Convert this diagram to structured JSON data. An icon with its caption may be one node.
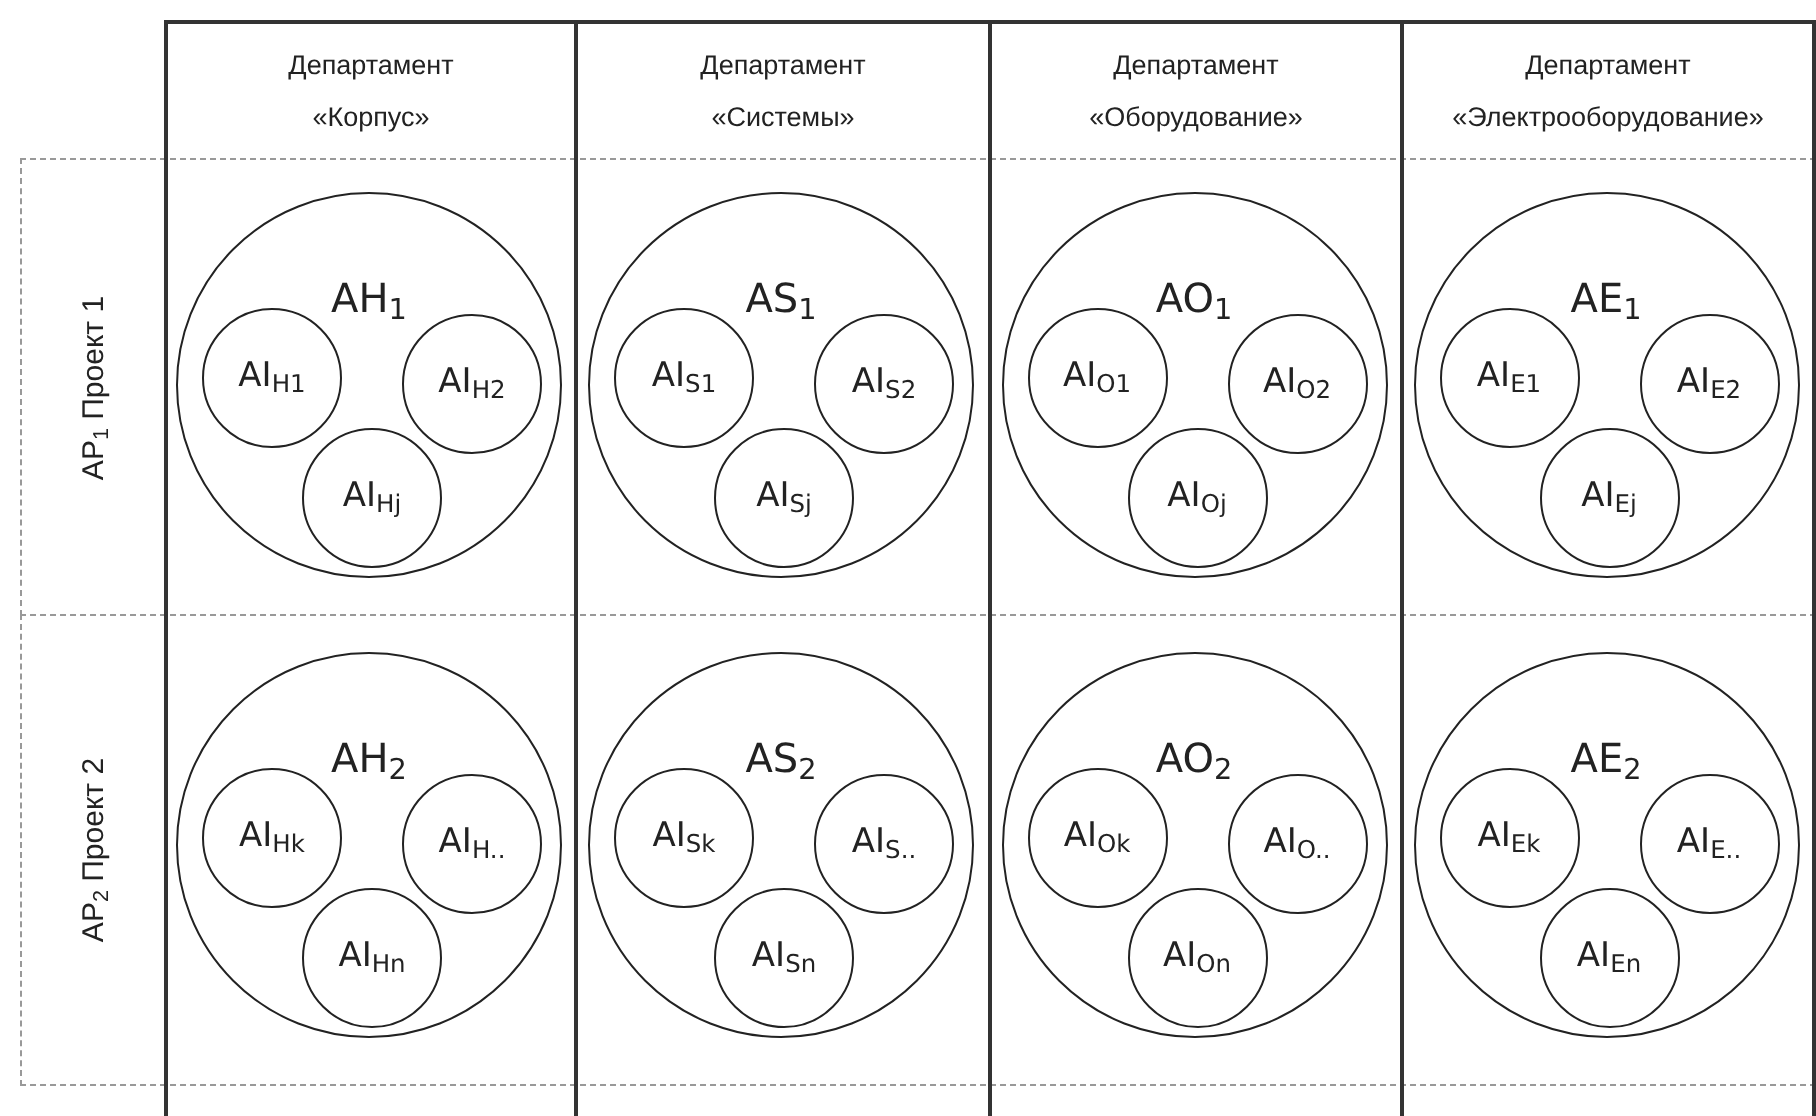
{
  "diagram": {
    "nodes": [
      {
        "text": [
          "Департамент «Корпус»"
        ]
      },
      {
        "text": [
          "Департамент «Системы»"
        ]
      },
      {
        "text": [
          "Департамент «Оборудование»"
        ]
      },
      {
        "text": [
          "Департамент «Электрооборудование»"
        ]
      },
      {
        "text": [
          "AP$_{1}$ Проект 1"
        ]
      },
      {
        "text": [
          "AP$_{2}$ Проект 2"
        ]
      },
      {
        "text": [
          "AH$_{1}$"
        ]
      },
      {
        "text": [
          "AI$_{H1}$"
        ],
        "in": 6
      },
      {
        "text": [
          "AI$_{H2}$"
        ],
        "in": 6
      },
      {
        "text": [
          "AI$_{Hj}$"
        ],
        "in": 6
      },
      {
        "text": [
          "AS$_{1}$"
        ]
      },
      {
        "text": [
          "AI$_{S1}$"
        ],
        "in": 10
      },
      {
        "text": [
          "AI$_{S2}$"
        ],
        "in": 10
      },
      {
        "text": [
          "AI$_{Sj}$"
        ],
        "in": 10
      },
      {
        "text": [
          "AO$_{1}$"
        ]
      },
      {
        "text": [
          "AI$_{O1}$"
        ],
        "in": 14
      },
      {
        "text": [
          "AI$_{O2}$"
        ],
        "in": 14
      },
      {
        "text": [
          "AI$_{Oj}$"
        ],
        "in": 14
      },
      {
        "text": [
          "AE$_{1}$"
        ]
      },
      {
        "text": [
          "AI$_{E1}$"
        ],
        "in": 18
      },
      {
        "text": [
          "AI$_{E2}$"
        ],
        "in": 18
      },
      {
        "text": [
          "AI$_{Ej}$"
        ],
        "in": 18
      },
      {
        "text": [
          "AH$_{2}$"
        ]
      },
      {
        "text": [
          "AI$_{Hk}$"
        ],
        "in": 22
      },
      {
        "text": [
          "AI$_{H..}$"
        ],
        "in": 22
      },
      {
        "text": [
          "AI$_{Hn}$"
        ],
        "in": 22
      },
      {
        "text": [
          "AS$_{2}$"
        ]
      },
      {
        "text": [
          "AI$_{Sk}$"
        ],
        "in": 26
      },
      {
        "text": [
          "AI$_{S..}$"
        ],
        "in": 26
      },
      {
        "text": [
          "AI$_{Sn}$"
        ],
        "in": 26
      },
      {
        "text": [
          "AO$_{2}$"
        ]
      },
      {
        "text": [
          "AI$_{Ok}$"
        ],
        "in": 30
      },
      {
        "text": [
          "AI$_{O..}$"
        ],
        "in": 30
      },
      {
        "text": [
          "AI$_{On}$"
        ],
        "in": 30
      },
      {
        "text": [
          "AE$_{2}$"
        ]
      },
      {
        "text": [
          "AI$_{Ek}$"
        ],
        "in": 34
      },
      {
        "text": [
          "AI$_{E..}$"
        ],
        "in": 34
      },
      {
        "text": [
          "AI$_{En}$"
        ],
        "in": 34
      }
    ]
  }
}
